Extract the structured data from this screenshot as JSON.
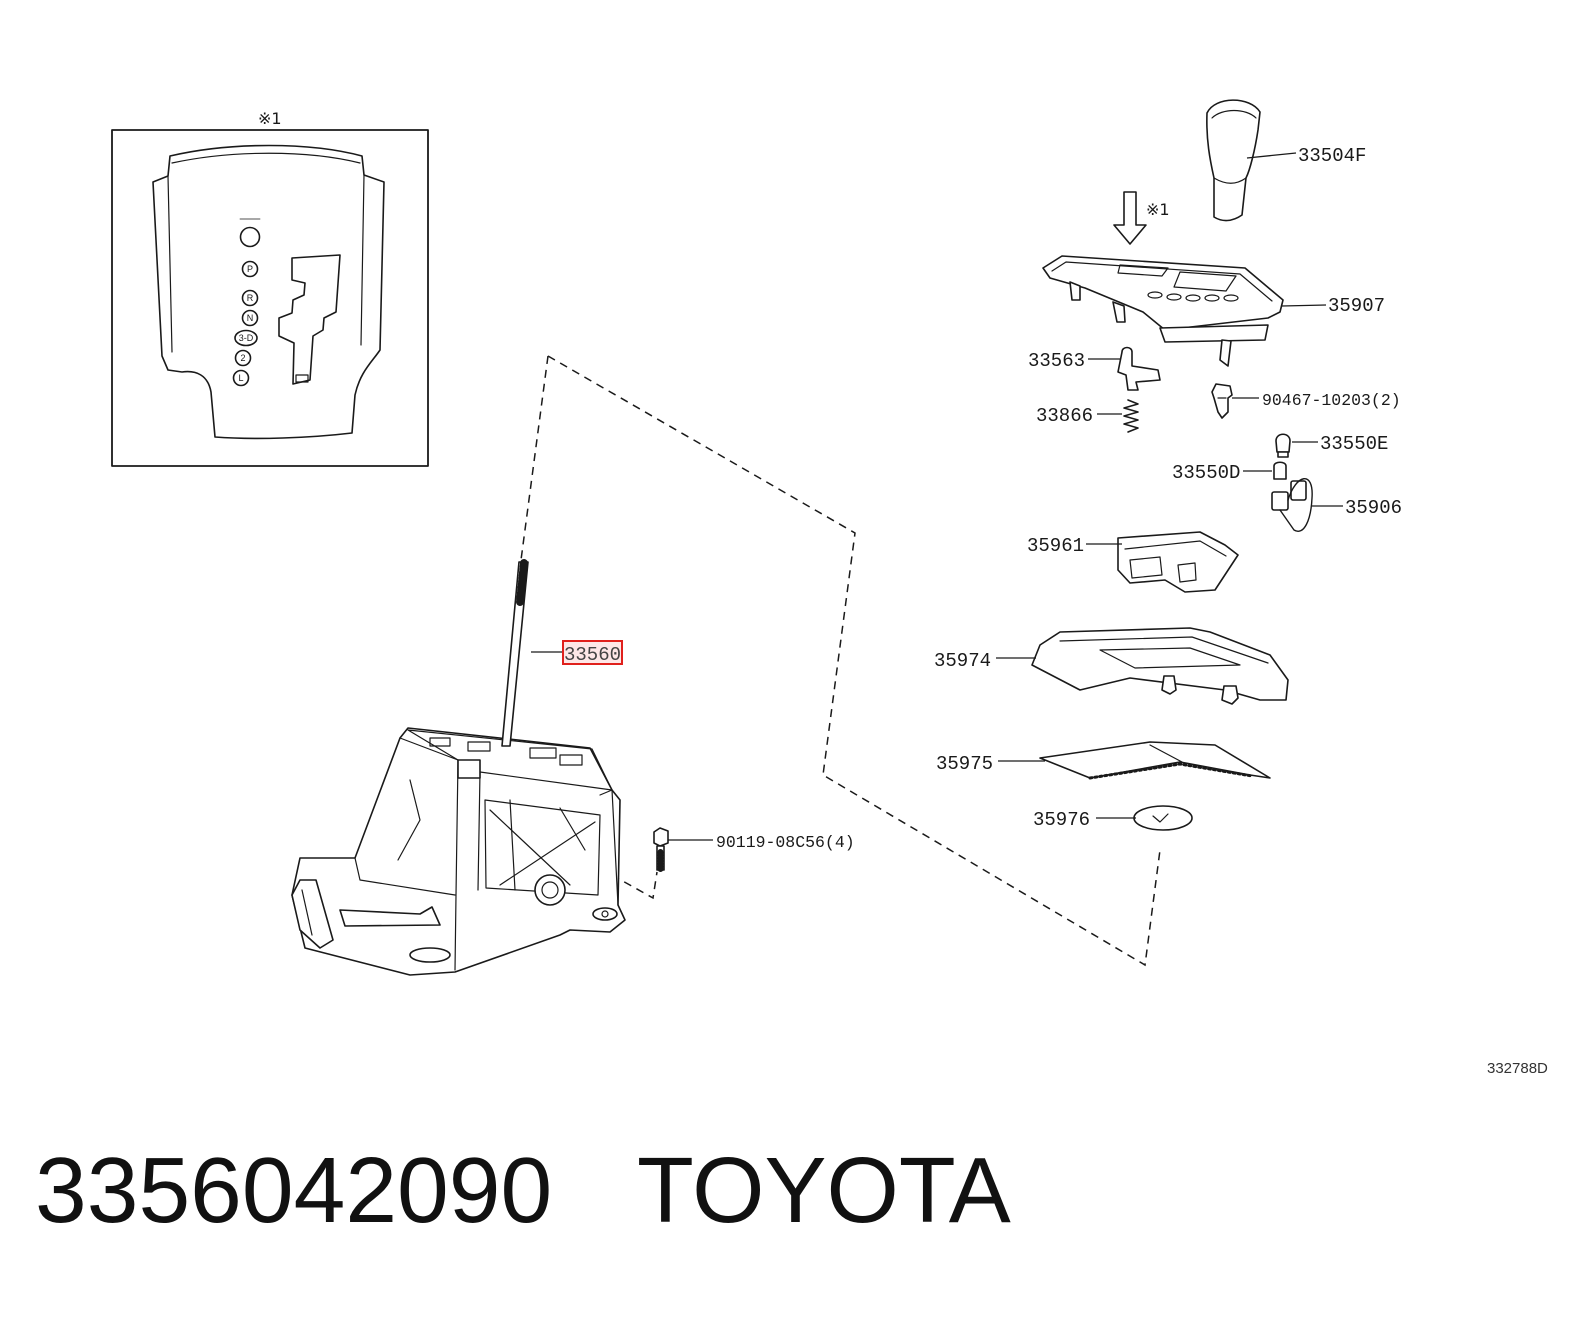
{
  "diagram": {
    "inset_ref": "※1",
    "arrow_ref": "※1",
    "gate_positions": [
      "P",
      "R",
      "N",
      "3-D",
      "2",
      "L"
    ],
    "parts": [
      "33504F",
      "35907",
      "33563",
      "33866",
      "90467-10203(2)",
      "33550E",
      "33550D",
      "35906",
      "35961",
      "35974",
      "35975",
      "35976",
      "90119-08C56(4)"
    ],
    "highlighted_part": "33560",
    "highlight_color": "#e0201c",
    "figure_code": "332788D"
  },
  "footer": {
    "part_number": "3356042090",
    "brand": "TOYOTA"
  }
}
